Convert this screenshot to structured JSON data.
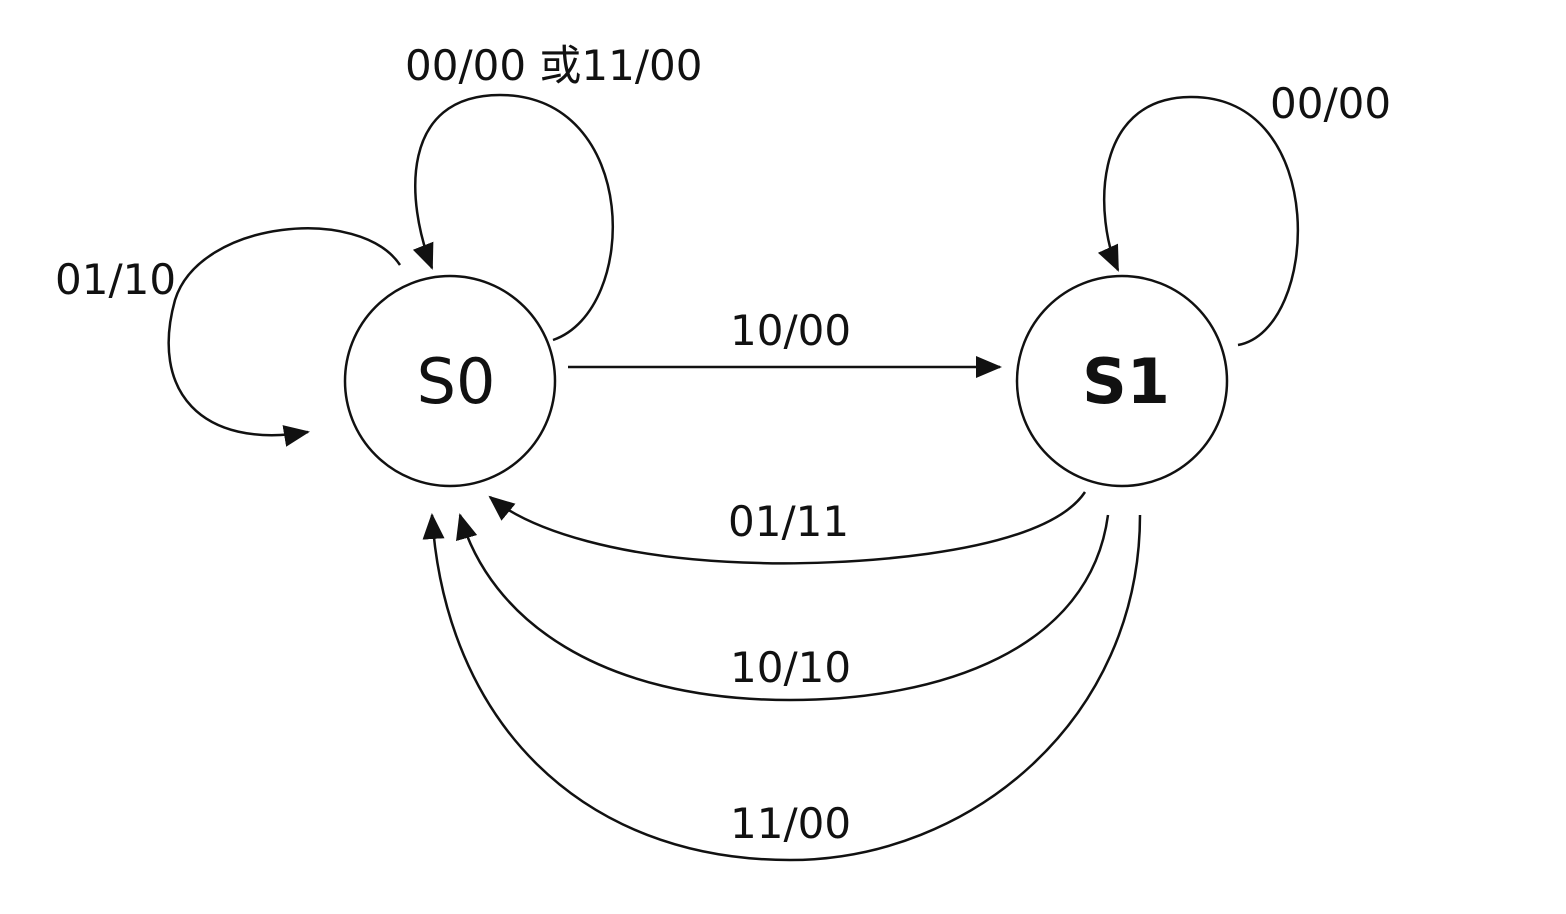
{
  "states": [
    {
      "id": "S0",
      "label": "S0",
      "bold": false
    },
    {
      "id": "S1",
      "label": "S1",
      "bold": true
    }
  ],
  "transitions": [
    {
      "from": "S0",
      "to": "S0",
      "label": "00/00 或11/00"
    },
    {
      "from": "S0",
      "to": "S0",
      "label": "01/10"
    },
    {
      "from": "S0",
      "to": "S1",
      "label": "10/00"
    },
    {
      "from": "S1",
      "to": "S1",
      "label": "00/00"
    },
    {
      "from": "S1",
      "to": "S0",
      "label": "01/11"
    },
    {
      "from": "S1",
      "to": "S0",
      "label": "10/10"
    },
    {
      "from": "S1",
      "to": "S0",
      "label": "11/00"
    }
  ]
}
